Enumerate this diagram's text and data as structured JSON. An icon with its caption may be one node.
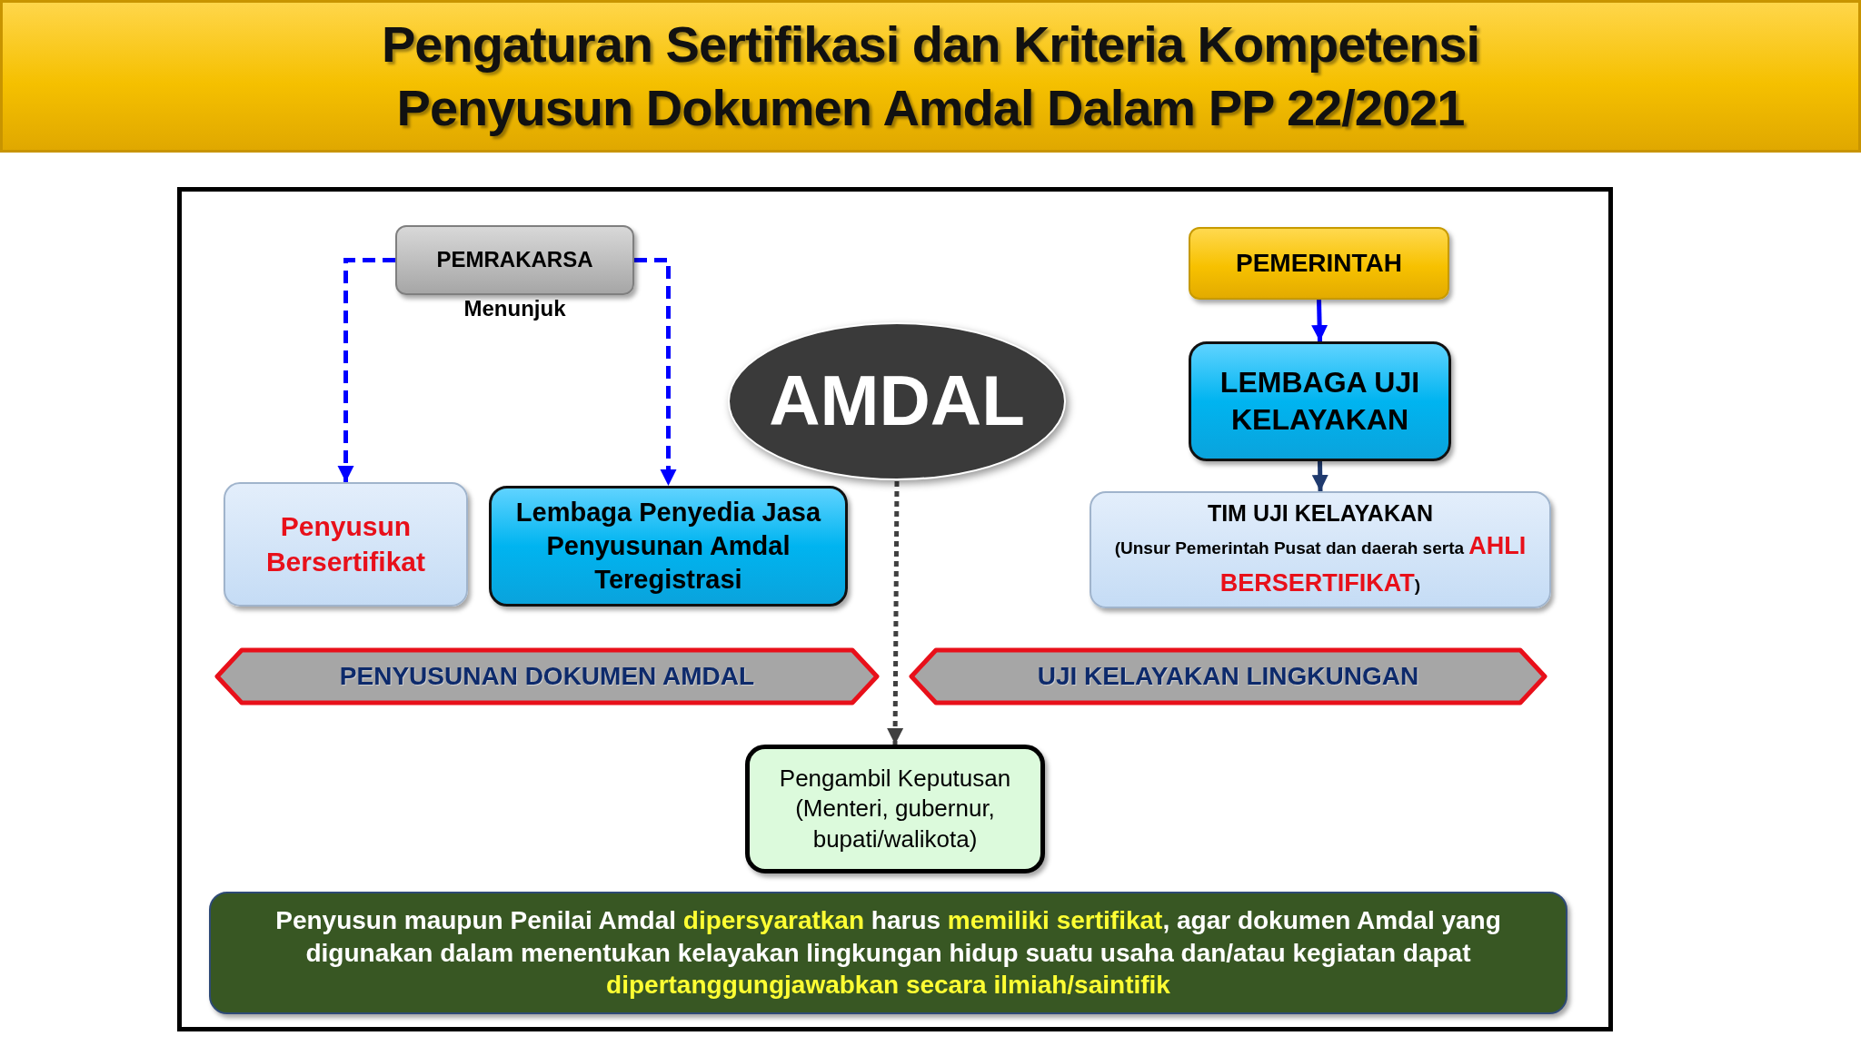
{
  "diagram": {
    "title": "Pengaturan Sertifikasi dan Kriteria Kompetensi Penyusun Dokumen Amdal Dalam PP 22/2021",
    "nodes": [
      {
        "text": [
          "PEMRAKARSA"
        ],
        "beside": [
          "Menunjuk"
        ]
      },
      {
        "text": [
          "Penyusun Bersertifikat"
        ]
      },
      {
        "text": [
          "Lembaga Penyedia Jasa Penyusunan Amdal Teregistrasi"
        ]
      },
      {
        "text": [
          "AMDAL"
        ]
      },
      {
        "text": [
          "PEMERINTAH"
        ]
      },
      {
        "text": [
          "LEMBAGA UJI KELAYAKAN"
        ]
      },
      {
        "text": [
          "TIM UJI KELAYAKAN",
          "(Unsur Pemerintah Pusat dan daerah serta *AHLI BERSERTIFIKAT*)"
        ]
      },
      {
        "text": [
          "PENYUSUNAN DOKUMEN AMDAL"
        ]
      },
      {
        "text": [
          "UJI KELAYAKAN LINGKUNGAN"
        ]
      },
      {
        "text": [
          "Pengambil Keputusan (Menteri, gubernur, bupati/walikota)"
        ]
      },
      {
        "text": [
          "Penyusun maupun Penilai Amdal *dipersyaratkan* harus *memiliki sertifikat*, agar dokumen Amdal yang digunakan dalam menentukan kelayakan lingkungan hidup suatu usaha dan/atau kegiatan dapat *dipertanggungjawabkan secara ilmiah/saintifik*"
        ]
      }
    ],
    "edges": [
      {
        "from": 0,
        "to": 1,
        "arrow": "to",
        "style": "dashed"
      },
      {
        "from": 0,
        "to": 2,
        "arrow": "to",
        "style": "dashed"
      },
      {
        "from": 4,
        "to": 5,
        "arrow": "to"
      },
      {
        "from": 5,
        "to": 6,
        "arrow": "to",
        "color": "#1f3a6e"
      },
      {
        "from": 3,
        "to": 9,
        "arrow": "to",
        "style": "dashed",
        "color": "#404040"
      }
    ]
  }
}
